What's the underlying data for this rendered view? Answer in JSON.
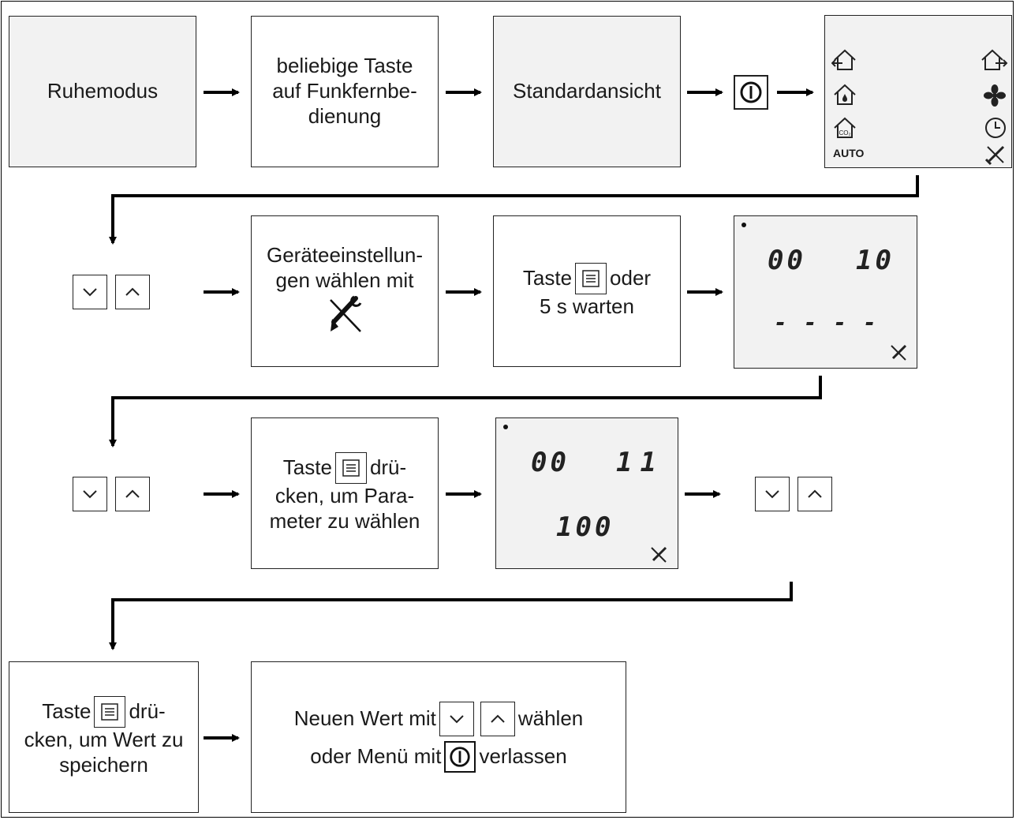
{
  "steps": {
    "ruhemodus": "Ruhemodus",
    "taste_fernbedienung": [
      "beliebige Taste",
      "auf Funkfernbe-",
      "dienung"
    ],
    "standardansicht": "Standardansicht",
    "geraeteeinstellungen": [
      "Geräteeinstellun-",
      "gen wählen mit"
    ],
    "taste_warten": {
      "pre": "Taste",
      "post": "oder",
      "line2": "5 s warten"
    },
    "taste_parameter": {
      "pre": "Taste",
      "post": "drü-",
      "line2": "cken, um Para-",
      "line3": "meter zu wählen"
    },
    "taste_speichern": {
      "pre": "Taste",
      "post": "drü-",
      "line2": "cken, um Wert zu",
      "line3": "speichern"
    },
    "neuer_wert": {
      "pre": "Neuen Wert mit",
      "post": "wählen",
      "line2_pre": "oder Menü mit",
      "line2_post": "verlassen"
    }
  },
  "displays": {
    "home_screen": {
      "auto_label": "AUTO"
    },
    "lcd_1": {
      "top_left": "00",
      "top_right": "10",
      "bottom": "- - - -"
    },
    "lcd_2": {
      "top_left": "00",
      "top_right": "11",
      "bottom": "100"
    }
  },
  "icons": {
    "power": "power-button-icon",
    "menu": "menu-button-icon",
    "down": "chevron-down-icon",
    "up": "chevron-up-icon",
    "tools": "wrench-screwdriver-icon"
  },
  "colors": {
    "box_fill": "#f2f2f2",
    "line": "#000000"
  }
}
